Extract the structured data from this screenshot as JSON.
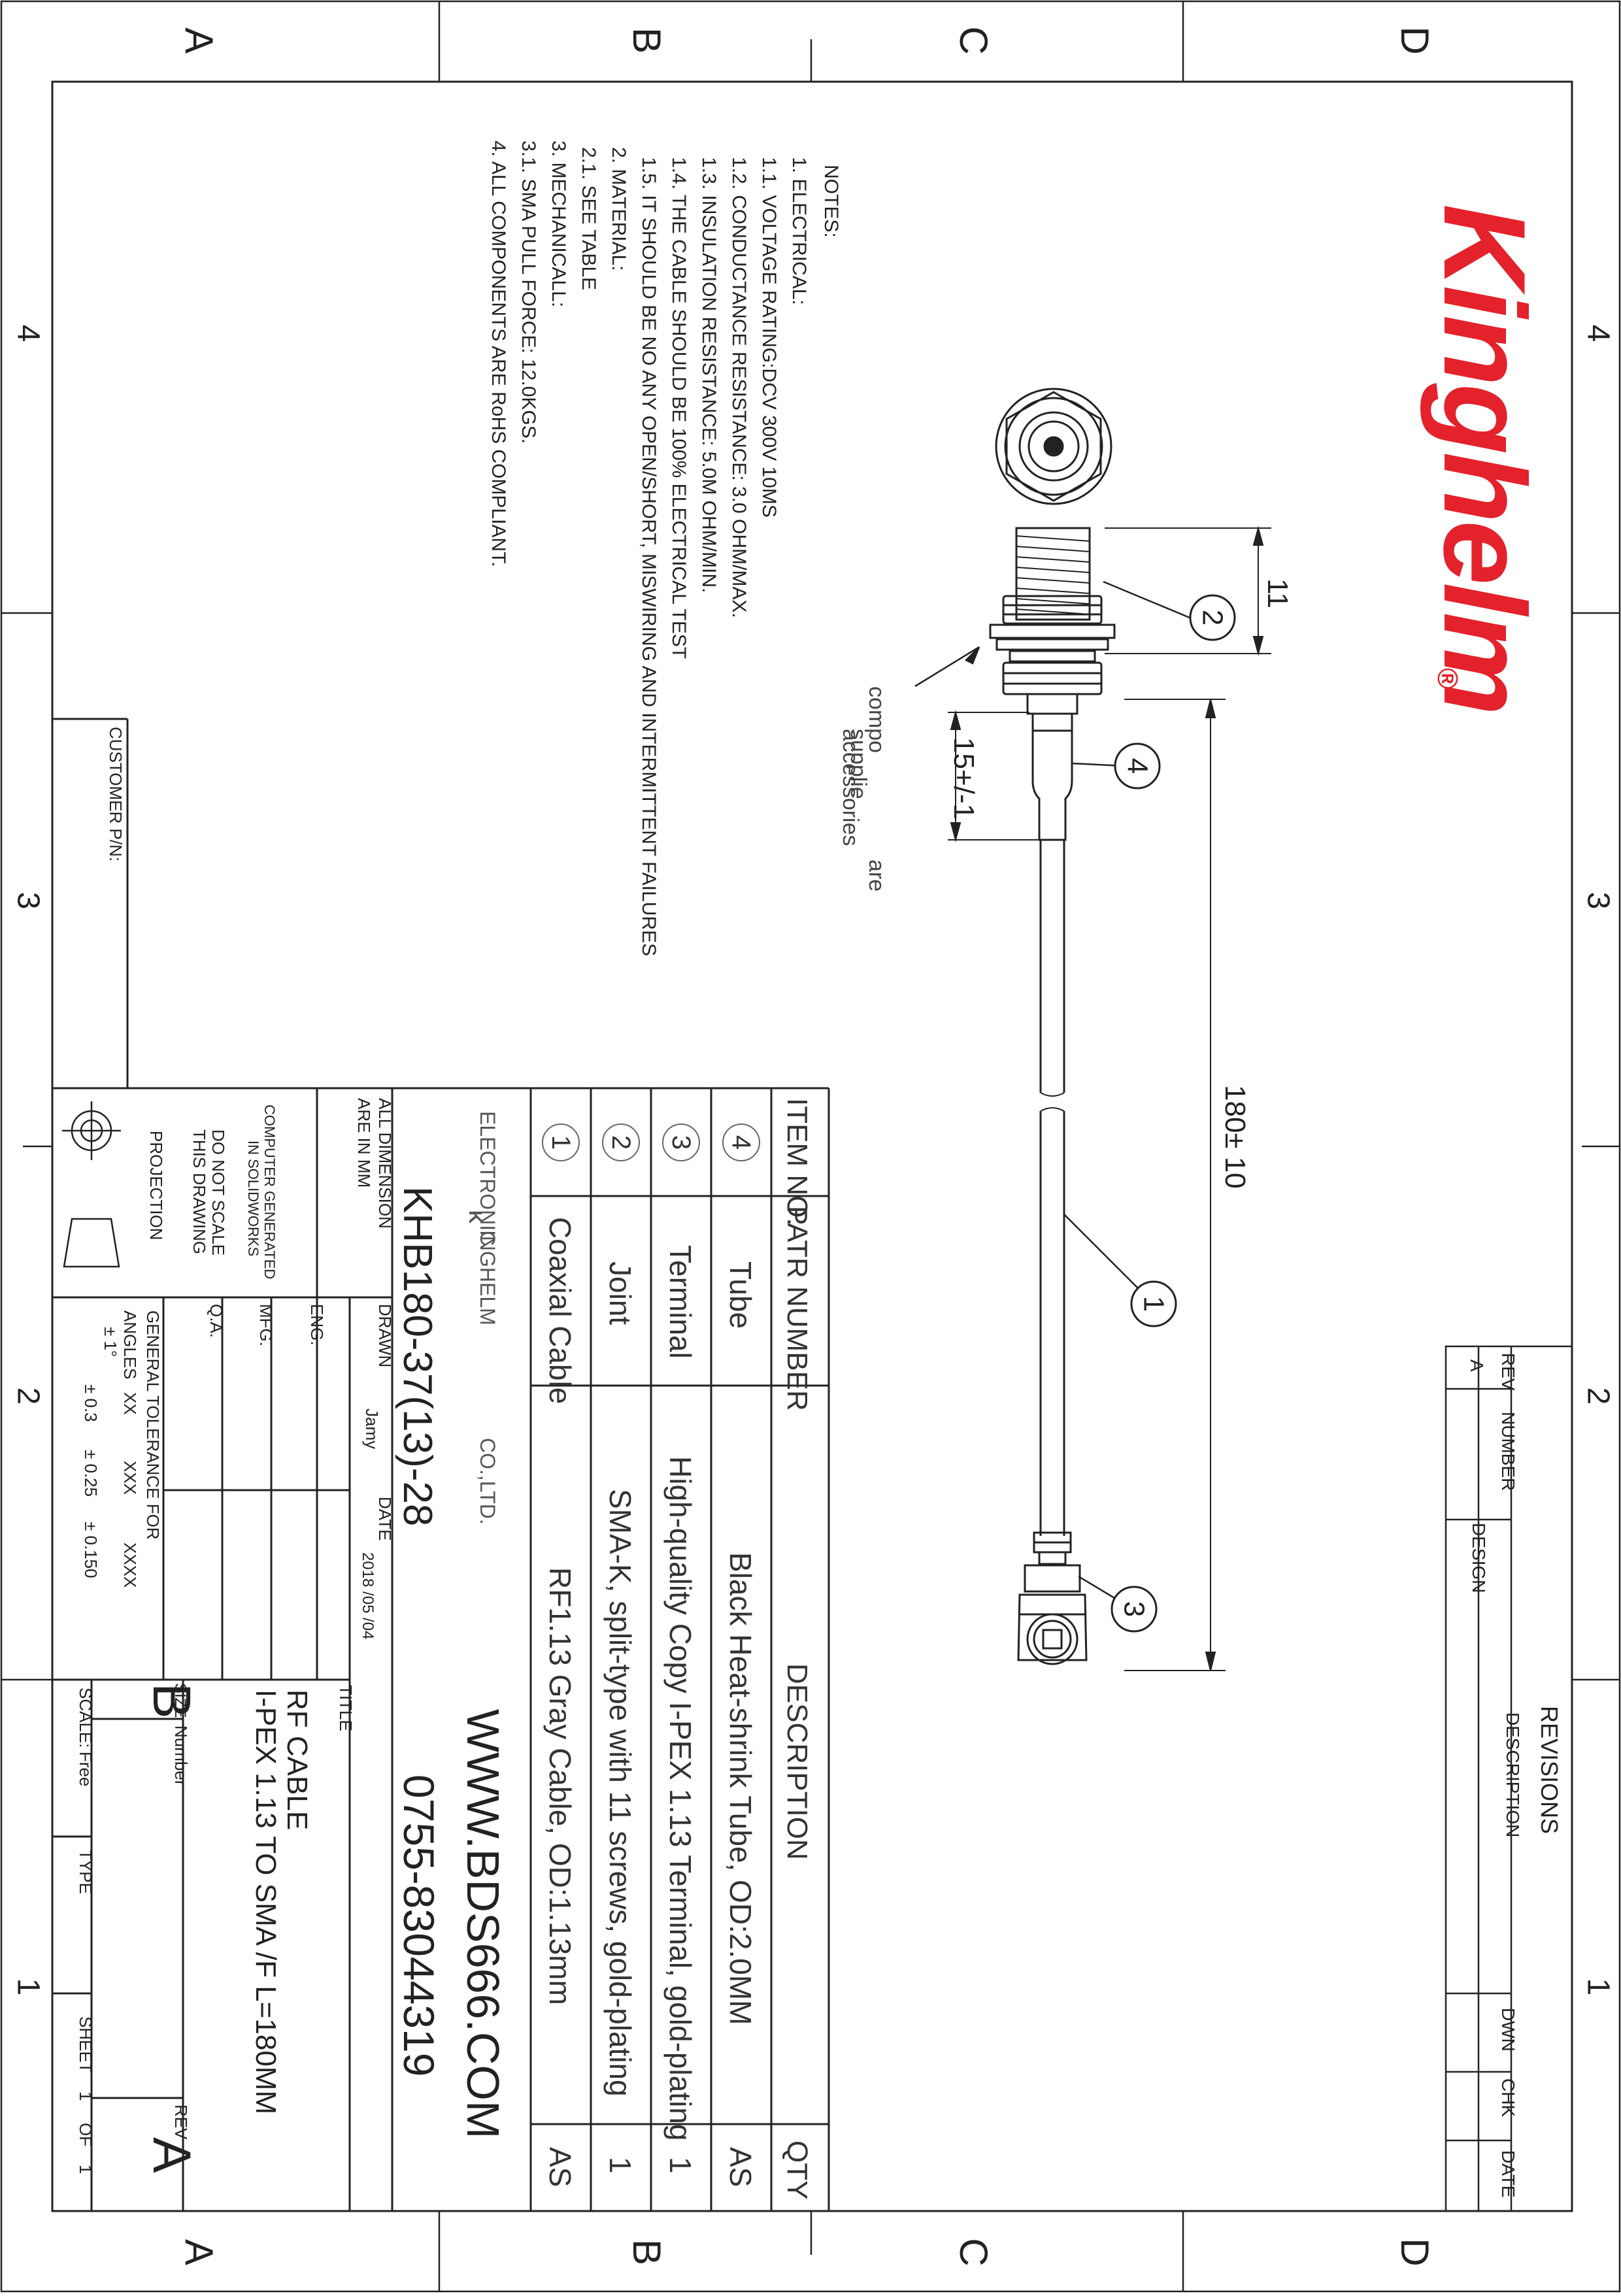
{
  "border": {
    "top_letters": [
      "A",
      "B",
      "C",
      "D"
    ],
    "bottom_letters": [
      "A",
      "B",
      "C",
      "D"
    ],
    "left_numbers": [
      "4",
      "3",
      "2",
      "1"
    ],
    "right_numbers": [
      "4",
      "3",
      "2",
      "1"
    ]
  },
  "brand": {
    "logo_text": "Kinghelm",
    "registered": "®"
  },
  "revisions": {
    "title": "REVISIONS",
    "headers": {
      "rev": "REV",
      "number": "NUMBER",
      "design": "DESIGN",
      "description": "DESCRIPTION",
      "dwn": "DWN",
      "chk": "CHK",
      "date": "DATE"
    },
    "row": {
      "rev": "A"
    }
  },
  "drawing": {
    "dim_overall": "180± 10",
    "dim_thread": "11",
    "dim_tube": "15+/-1",
    "balloons": [
      "1",
      "2",
      "3",
      "4"
    ],
    "callout_lines": [
      "compo",
      "accessories",
      "are",
      "supplie"
    ]
  },
  "notes": {
    "title": "NOTES:",
    "lines": [
      "1.   ELECTRICAL:",
      "1.1.   VOLTAGE RATING:DCV 300V 10MS",
      "1.2.   CONDUCTANCE RESISTANCE: 3.0 OHM/MAX.",
      "1.3.   INSULATION RESISTANCE: 5.0M OHM/MIN.",
      "1.4.   THE CABLE SHOULD BE 100% ELECTRICAL TEST",
      "1.5.   IT SHOULD BE NO ANY OPEN/SHORT, MISWIRING AND INTERMITTENT FAILURES",
      "2.   MATERIAL:",
      "2.1.   SEE TABLE",
      "3.   MECHANICALL:",
      "3.1.   SMA PULL FORCE: 12.0KGS.",
      "4.   ALL COMPONENTS ARE RoHS COMPLIANT."
    ]
  },
  "bom": {
    "headers": {
      "item": "ITEM NO.",
      "part": "PATR NUMBER",
      "desc": "DESCRIPTION",
      "qty": "QTY"
    },
    "rows": [
      {
        "item": "4",
        "part": "Tube",
        "desc": "Black Heat-shrink Tube, OD:2.0MM",
        "qty": "AS"
      },
      {
        "item": "3",
        "part": "Terminal",
        "desc": "High-quality Copy I-PEX 1.13 Terminal, gold-plating",
        "qty": "1"
      },
      {
        "item": "2",
        "part": "Joint",
        "desc": "SMA-K, split-type with 11 screws, gold-plating",
        "qty": "1"
      },
      {
        "item": "1",
        "part": "Coaxial Cable",
        "desc": "RF1.13 Gray Cable, OD:1.13mm",
        "qty": "AS"
      }
    ]
  },
  "company": {
    "name_left": "ELECTRONIC",
    "name_right": "INGHELM",
    "co": "CO.,LTD.",
    "website": "WWW.BDS666.COM",
    "phone": "0755-83044319",
    "part_number": "KHB180-37(13)-28"
  },
  "title_block": {
    "all_dim": "ALL DIMENSION",
    "are_in_mm": "ARE IN MM",
    "computer_generated": "COMPUTER GENERATED",
    "in_solidworks": "IN SOLIDWORKS",
    "do_not_scale": "DO NOT SCALE",
    "this_drawing": "THIS DRAWING",
    "projection": "PROJECTION",
    "drawn": "DRAWN",
    "drawn_by": "Jamy",
    "date_label": "DATE",
    "date_value": "2018 /05 /04",
    "eng": "ENG.",
    "mfg": "MFG.",
    "qa": "Q.A.",
    "tolerance_title": "GENERAL TOLERANCE FOR",
    "angles": "ANGLES",
    "xx": "XX",
    "xxx": "XXX",
    "xxxx": "XXXX",
    "angle_tol": "± 1°",
    "tol_xx": "± 0.3",
    "tol_xxx": "± 0.25",
    "tol_xxxx": "± 0.150",
    "title_label": "TITLE",
    "title_line1": "RF CABLE",
    "title_line2": "I-PEX 1.13 TO SMA /F L=180MM",
    "size_label": "SIZE",
    "size_value": "B",
    "number_label": "Number",
    "rev_label": "REV",
    "rev_value": "A",
    "scale_label": "SCALE:",
    "scale_value": "Free",
    "type_label": "TYPE",
    "sheet_label": "SHEET",
    "sheet_no": "1",
    "of_label": "OF",
    "sheet_total": "1"
  },
  "customer": {
    "label": "CUSTOMER P/N:"
  },
  "colors": {
    "line": "#222222",
    "logo": "#e3222b"
  }
}
